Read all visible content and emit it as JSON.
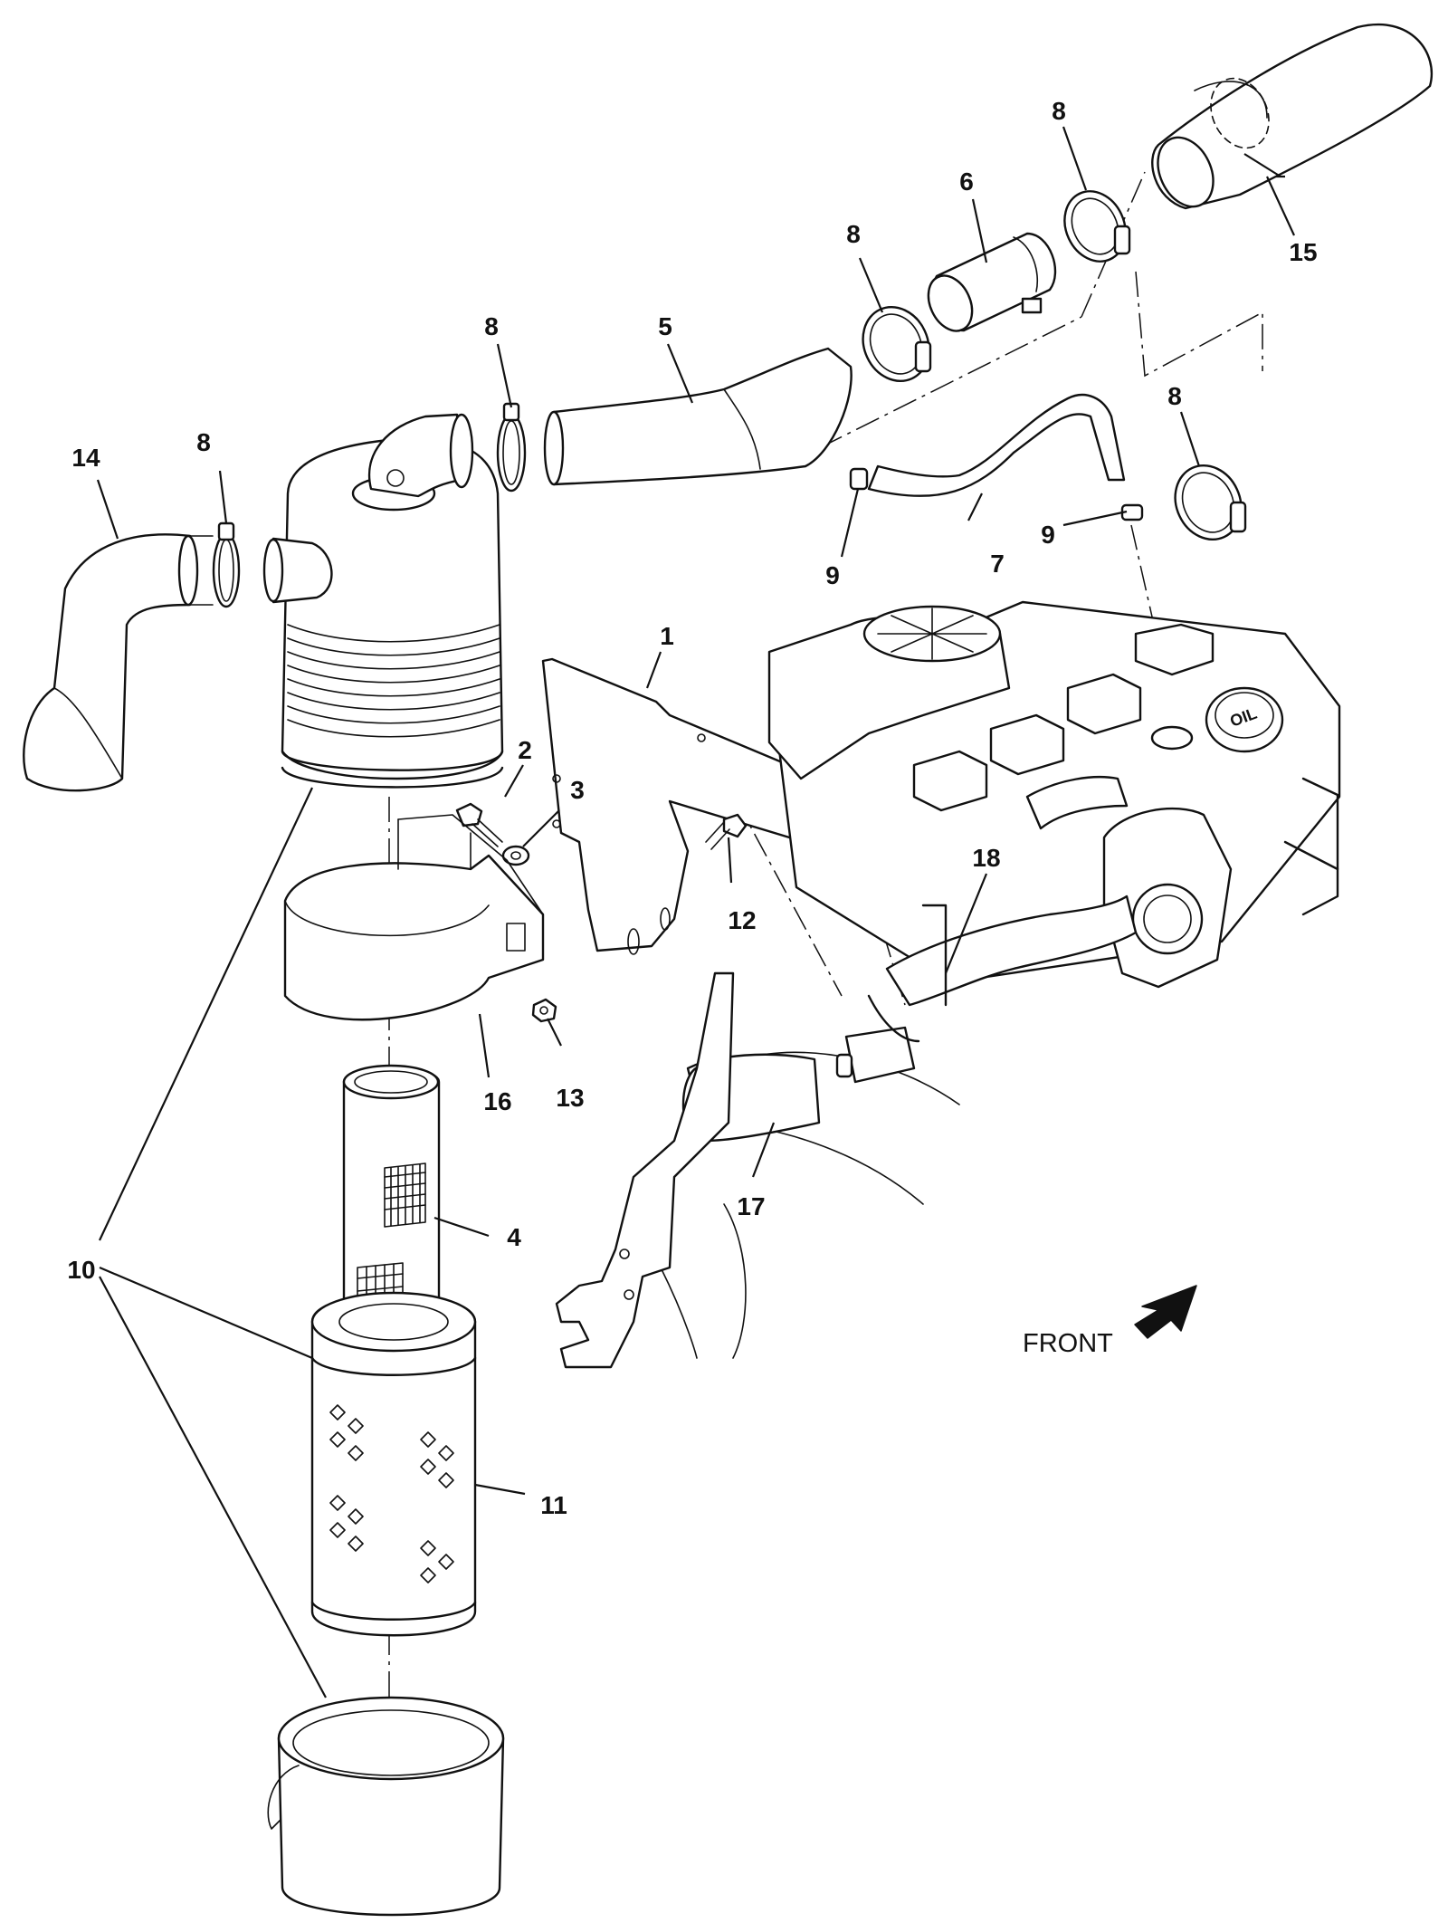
{
  "callouts": {
    "c1": "1",
    "c2": "2",
    "c3": "3",
    "c4": "4",
    "c5": "5",
    "c6": "6",
    "c7": "7",
    "c8a": "8",
    "c8b": "8",
    "c8c": "8",
    "c8d": "8",
    "c8e": "8",
    "c9a": "9",
    "c9b": "9",
    "c10": "10",
    "c11": "11",
    "c12": "12",
    "c13": "13",
    "c14": "14",
    "c15": "15",
    "c16": "16",
    "c17": "17",
    "c18": "18"
  },
  "engine": {
    "oil_cap_label": "OIL"
  },
  "front_indicator": {
    "label": "FRONT"
  }
}
